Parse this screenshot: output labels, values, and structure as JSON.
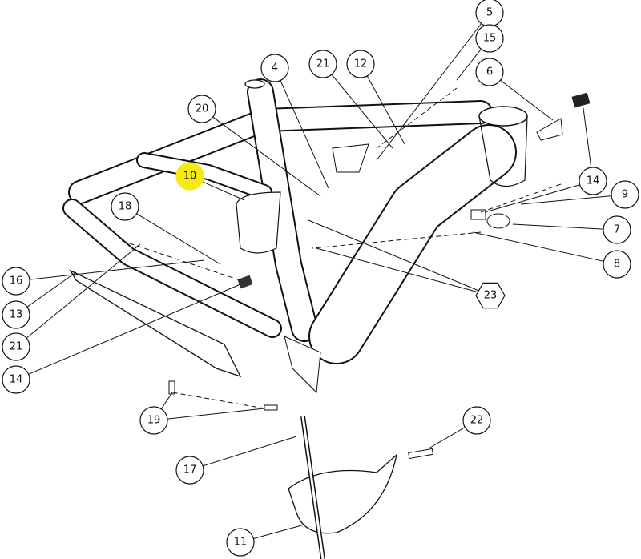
{
  "diagram": {
    "type": "exploded-parts-drawing",
    "highlight_color": "#f5ea14",
    "callouts": [
      {
        "label": "5"
      },
      {
        "label": "15"
      },
      {
        "label": "21"
      },
      {
        "label": "12"
      },
      {
        "label": "4"
      },
      {
        "label": "6"
      },
      {
        "label": "20"
      },
      {
        "label": "10",
        "highlighted": true
      },
      {
        "label": "14"
      },
      {
        "label": "9"
      },
      {
        "label": "18"
      },
      {
        "label": "7"
      },
      {
        "label": "8"
      },
      {
        "label": "16"
      },
      {
        "label": "23",
        "shape": "hexagon"
      },
      {
        "label": "13"
      },
      {
        "label": "21"
      },
      {
        "label": "14"
      },
      {
        "label": "19"
      },
      {
        "label": "22"
      },
      {
        "label": "17"
      },
      {
        "label": "11"
      }
    ]
  }
}
